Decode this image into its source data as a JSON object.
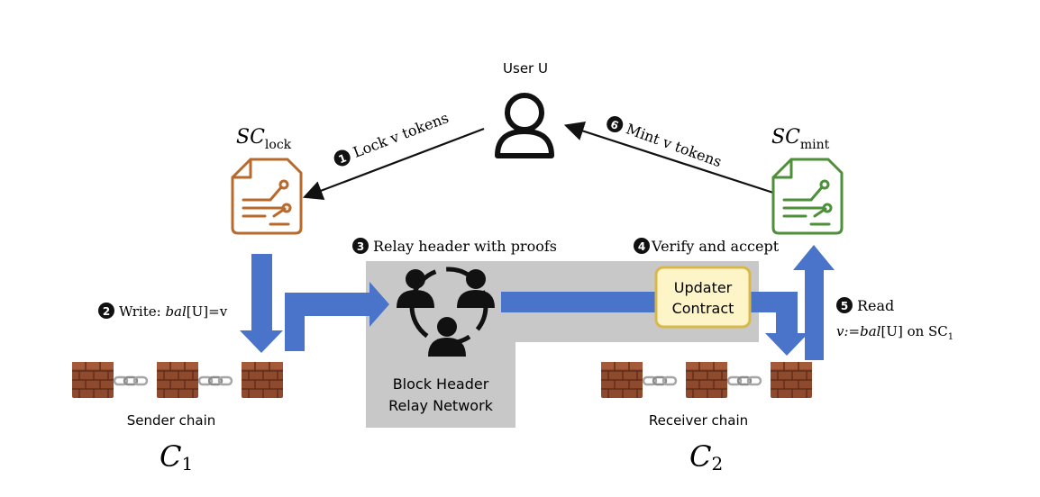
{
  "user": {
    "label": "User U"
  },
  "contracts": {
    "lock": {
      "name": "SC",
      "subscript": "lock",
      "color": "#b86a2c"
    },
    "mint": {
      "name": "SC",
      "subscript": "mint",
      "color": "#4e8f3a"
    }
  },
  "steps": [
    {
      "num": "1",
      "label": "Lock v tokens"
    },
    {
      "num": "2",
      "label_prefix": "Write: ",
      "label_italic": "bal",
      "label_suffix": "[U]=v"
    },
    {
      "num": "3",
      "label": "Relay header with proofs"
    },
    {
      "num": "4",
      "label": "Verify and accept"
    },
    {
      "num": "5",
      "label": "Read",
      "detail_prefix": "v:=",
      "detail_italic": "bal",
      "detail_suffix": "[U] on SC",
      "detail_sub": "1"
    },
    {
      "num": "6",
      "label": "Mint v tokens"
    }
  ],
  "relay": {
    "line1": "Block Header",
    "line2": "Relay Network",
    "color": "#c8c8c8"
  },
  "updater": {
    "line1": "Updater",
    "line2": "Contract",
    "fill": "#fdf4c8",
    "stroke": "#d9b84a"
  },
  "chains": {
    "sender": {
      "label": "Sender chain",
      "symbol": "C",
      "subscript": "1"
    },
    "receiver": {
      "label": "Receiver chain",
      "symbol": "C",
      "subscript": "2"
    }
  },
  "colors": {
    "arrow_blue": "#4a74c9",
    "brick": "#8f4a2e",
    "brick_dark": "#6b3320",
    "link": "#9a9a9a"
  }
}
